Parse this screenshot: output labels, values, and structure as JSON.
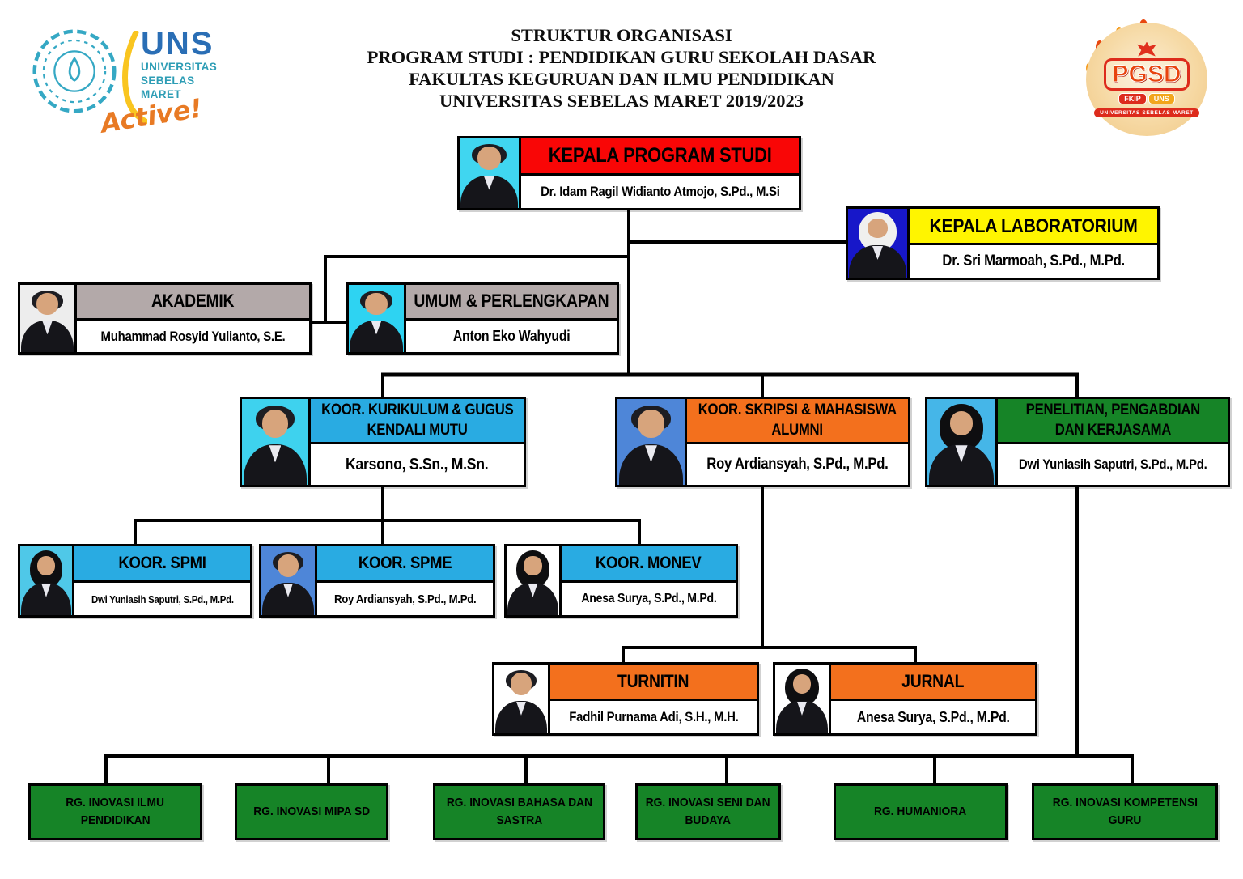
{
  "title_lines": [
    "STRUKTUR ORGANISASI",
    "PROGRAM STUDI : PENDIDIKAN GURU SEKOLAH DASAR",
    "FAKULTAS KEGURUAN DAN ILMU PENDIDIKAN",
    "UNIVERSITAS SEBELAS MARET 2019/2023"
  ],
  "uns_logo": {
    "acronym": "UNS",
    "name_line1": "UNIVERSITAS",
    "name_line2": "SEBELAS MARET",
    "tagline": "Active!"
  },
  "pgsd_logo": {
    "acronym": "PGSD",
    "ribbon_left": "FKIP",
    "ribbon_right": "UNS",
    "banner": "UNIVERSITAS SEBELAS MARET"
  },
  "palette": {
    "red": "#f90606",
    "yellow": "#fff500",
    "gray": "#b3a9a9",
    "blue": "#29abe2",
    "orange": "#f3701d",
    "green": "#168427",
    "line": "#000000"
  },
  "boxes": [
    {
      "id": "kepala-program-studi",
      "title1": "KEPALA PROGRAM STUDI",
      "title2": "",
      "name": "Dr. Idam Ragil Widianto Atmojo, S.Pd., M.Si",
      "header_color": "#f90606",
      "photo_bg": "#40d6f0",
      "photo_variant": "v-male"
    },
    {
      "id": "kepala-laboratorium",
      "title1": "KEPALA LABORATORIUM",
      "title2": "",
      "name": "Dr. Sri Marmoah, S.Pd., M.Pd.",
      "header_color": "#fff500",
      "photo_bg": "#1717c9",
      "photo_variant": "v-hijab-white"
    },
    {
      "id": "akademik",
      "title1": "AKADEMIK",
      "title2": "",
      "name": "Muhammad Rosyid Yulianto, S.E.",
      "header_color": "#b3a9a9",
      "photo_bg": "#ededed",
      "photo_variant": "v-male"
    },
    {
      "id": "umum-perlengkapan",
      "title1": "UMUM & PERLENGKAPAN",
      "title2": "",
      "name": "Anton Eko Wahyudi",
      "header_color": "#b3a9a9",
      "photo_bg": "#2ed3f2",
      "photo_variant": "v-male"
    },
    {
      "id": "koor-kurikulum",
      "title1": "KOOR. KURIKULUM & GUGUS",
      "title2": "KENDALI MUTU",
      "name": "Karsono, S.Sn., M.Sn.",
      "header_color": "#29abe2",
      "photo_bg": "#3ed2ee",
      "photo_variant": "v-male"
    },
    {
      "id": "koor-skripsi",
      "title1": "KOOR. SKRIPSI & MAHASISWA",
      "title2": "ALUMNI",
      "name": "Roy Ardiansyah, S.Pd., M.Pd.",
      "header_color": "#f3701d",
      "photo_bg": "#4e86d8",
      "photo_variant": "v-male"
    },
    {
      "id": "penelitian-pengabdian",
      "title1": "PENELITIAN, PENGABDIAN",
      "title2": "DAN KERJASAMA",
      "name": "Dwi Yuniasih Saputri, S.Pd., M.Pd.",
      "header_color": "#168427",
      "photo_bg": "#45b6e8",
      "photo_variant": "v-hijab-black"
    },
    {
      "id": "koor-spmi",
      "title1": "KOOR. SPMI",
      "title2": "",
      "name": "Dwi Yuniasih Saputri, S.Pd., M.Pd.",
      "header_color": "#29abe2",
      "photo_bg": "#4fc8e8",
      "photo_variant": "v-hijab-black"
    },
    {
      "id": "koor-spme",
      "title1": "KOOR. SPME",
      "title2": "",
      "name": "Roy Ardiansyah, S.Pd., M.Pd.",
      "header_color": "#29abe2",
      "photo_bg": "#4e86d8",
      "photo_variant": "v-male"
    },
    {
      "id": "koor-monev",
      "title1": "KOOR. MONEV",
      "title2": "",
      "name": "Anesa Surya, S.Pd., M.Pd.",
      "header_color": "#29abe2",
      "photo_bg": "#ffffff",
      "photo_variant": "v-hijab-black"
    },
    {
      "id": "turnitin",
      "title1": "TURNITIN",
      "title2": "",
      "name": "Fadhil Purnama Adi, S.H., M.H.",
      "header_color": "#f3701d",
      "photo_bg": "#ffffff",
      "photo_variant": "v-male"
    },
    {
      "id": "jurnal",
      "title1": "JURNAL",
      "title2": "",
      "name": "Anesa Surya, S.Pd., M.Pd.",
      "header_color": "#f3701d",
      "photo_bg": "#ffffff",
      "photo_variant": "v-hijab-black"
    }
  ],
  "groups": [
    {
      "line1": "RG. INOVASI ILMU",
      "line2": "PENDIDIKAN"
    },
    {
      "line1": "RG. INOVASI MIPA SD",
      "line2": ""
    },
    {
      "line1": "RG. INOVASI BAHASA DAN",
      "line2": "SASTRA"
    },
    {
      "line1": "RG. INOVASI SENI DAN",
      "line2": "BUDAYA"
    },
    {
      "line1": "RG. HUMANIORA",
      "line2": ""
    },
    {
      "line1": "RG. INOVASI KOMPETENSI",
      "line2": "GURU"
    }
  ]
}
